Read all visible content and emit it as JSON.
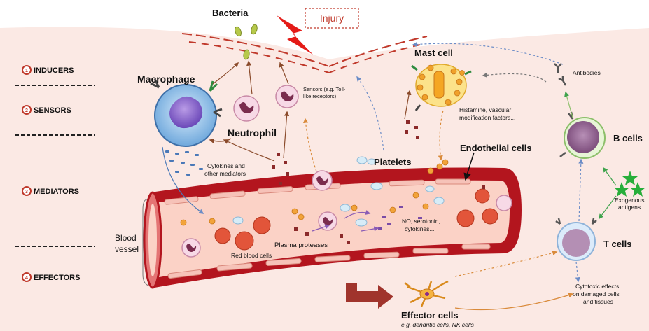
{
  "top": {
    "bacteria": "Bacteria",
    "injury": "Injury"
  },
  "legend": [
    {
      "num": "1",
      "label": "INDUCERS"
    },
    {
      "num": "2",
      "label": "SENSORS"
    },
    {
      "num": "3",
      "label": "MEDIATORS"
    },
    {
      "num": "4",
      "label": "EFFECTORS"
    }
  ],
  "cells": {
    "macrophage": "Macrophage",
    "neutrophil": "Neutrophil",
    "sensors_note_1": "Sensors (e.g. Toll-",
    "sensors_note_2": "like receptors)",
    "cytokines_1": "Cytokines and",
    "cytokines_2": "other mediators",
    "platelets": "Platelets",
    "mast_cell": "Mast cell",
    "histamine_1": "Histamine, vascular",
    "histamine_2": "modification factors...",
    "endothelial": "Endothelial cells",
    "antibodies": "Antibodies",
    "b_cells": "B cells",
    "exogenous_1": "Exogenous",
    "exogenous_2": "antigens",
    "t_cells": "T cells",
    "no_1": "NO, serotonin,",
    "no_2": "cytokines...",
    "blood_vessel_1": "Blood",
    "blood_vessel_2": "vessel",
    "red_blood_cells": "Red blood cells",
    "plasma_proteases": "Plasma proteases",
    "effector_cells": "Effector cells",
    "effector_eg": "e.g. dendritic cells, NK cells",
    "cytotoxic_1": "Cytotoxic effects",
    "cytotoxic_2": "on damaged cells",
    "cytotoxic_3": "and tissues"
  },
  "colors": {
    "background": "#fbe9e4",
    "vessel_wall": "#b3151e",
    "vessel_lumen": "#fbd2c6",
    "legend_marker": "#c0392b",
    "star": "#27ae3a",
    "injury_border": "#c0392b"
  }
}
